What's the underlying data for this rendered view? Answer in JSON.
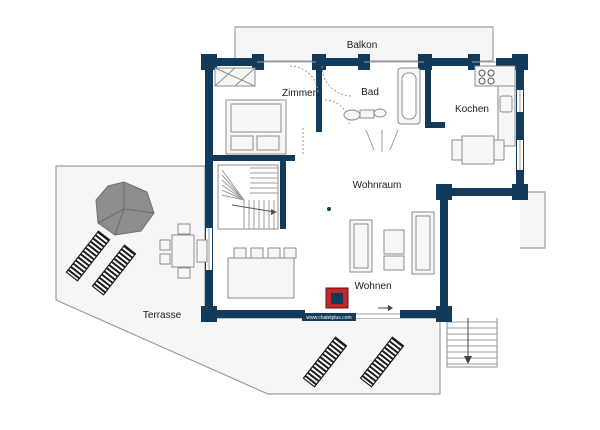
{
  "floorplan": {
    "rooms": {
      "balkon": "Balkon",
      "zimmer": "Zimmer",
      "bad": "Bad",
      "kochen": "Kochen",
      "wohnraum": "Wohnraum",
      "wohnen": "Wohnen",
      "terrasse": "Terrasse"
    },
    "watermark": "www.chaletplus.com"
  },
  "colors": {
    "wall": "#123a5a",
    "floor": "#ffffff",
    "outdoor": "#f6f6f6",
    "stove": "#c2272d"
  }
}
